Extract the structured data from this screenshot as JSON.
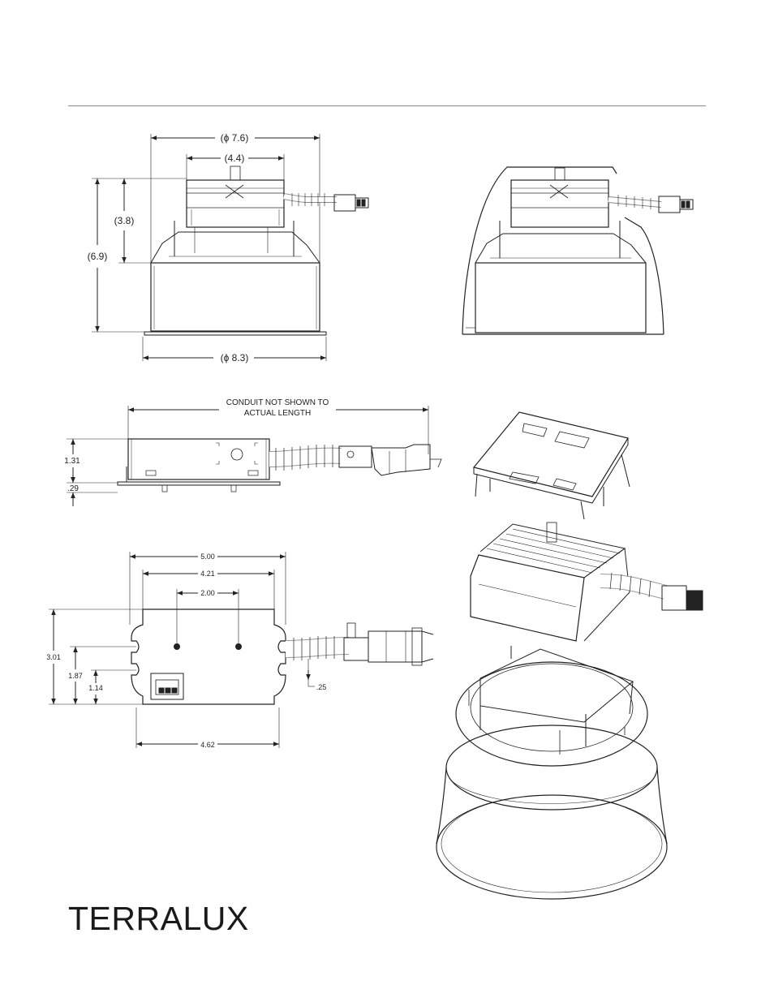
{
  "header": {},
  "front_view": {
    "dims": {
      "top_width": "(ϕ 7.6)",
      "module_width": "(4.4)",
      "module_height": "(3.8)",
      "total_height": "(6.9)",
      "base_width": "(ϕ 8.3)"
    }
  },
  "side_view": {
    "note_line1": "CONDUIT NOT SHOWN TO",
    "note_line2": "ACTUAL LENGTH",
    "dims": {
      "height": "1.31",
      "flange": ".29"
    }
  },
  "bottom_view": {
    "dims": {
      "overall_width": "5.00",
      "inner_width": "4.21",
      "hole_spacing": "2.00",
      "height": "3.01",
      "slot_upper": "1.87",
      "slot_lower": "1.14",
      "slot_offset": ".25",
      "base_width": "4.62"
    }
  },
  "footer": {
    "brand": "TERRALUX"
  }
}
